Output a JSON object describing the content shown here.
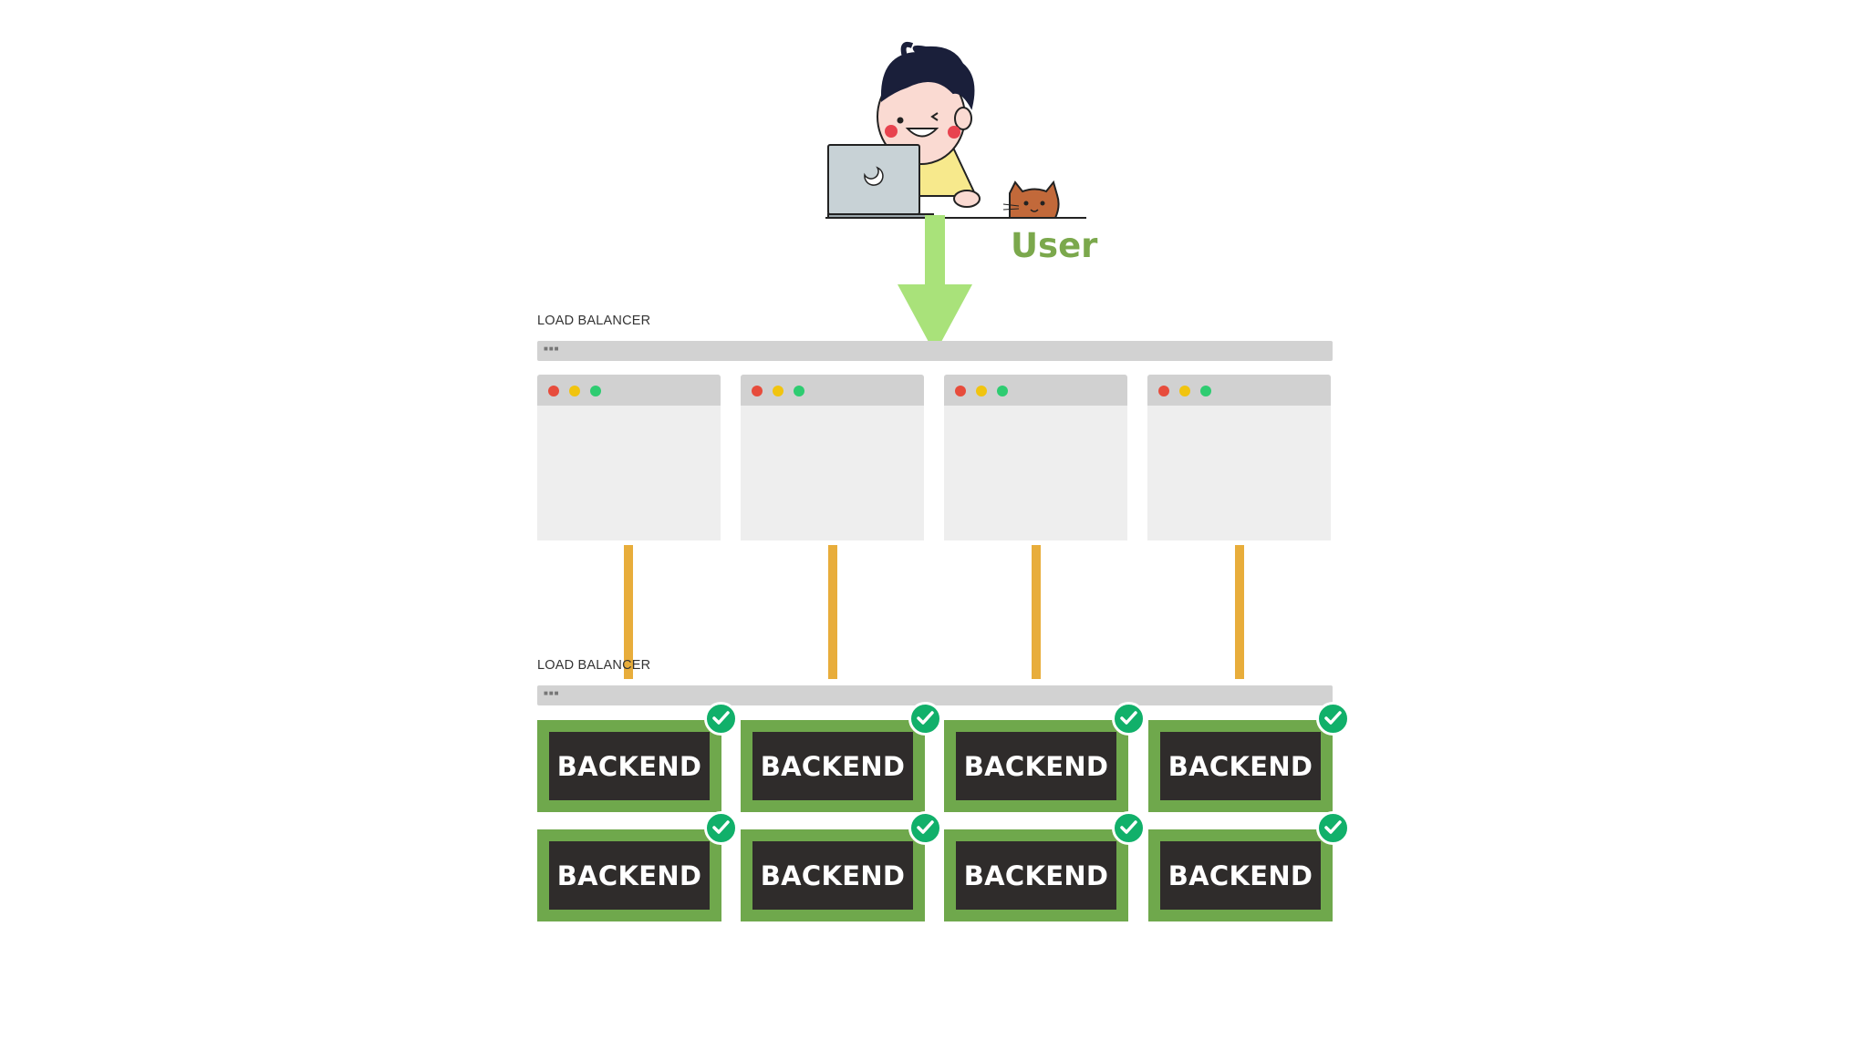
{
  "user": {
    "label": "User"
  },
  "load_balancers": [
    {
      "label": "LOAD BALANCER"
    },
    {
      "label": "LOAD BALANCER"
    }
  ],
  "windows": [
    {
      "dots": [
        "#e74c3c",
        "#f1c40f",
        "#2ecc71"
      ]
    },
    {
      "dots": [
        "#e74c3c",
        "#f1c40f",
        "#2ecc71"
      ]
    },
    {
      "dots": [
        "#e74c3c",
        "#f1c40f",
        "#2ecc71"
      ]
    },
    {
      "dots": [
        "#e74c3c",
        "#f1c40f",
        "#2ecc71"
      ]
    }
  ],
  "backends": [
    {
      "label": "BACKEND",
      "status": "check-icon"
    },
    {
      "label": "BACKEND",
      "status": "check-icon"
    },
    {
      "label": "BACKEND",
      "status": "check-icon"
    },
    {
      "label": "BACKEND",
      "status": "check-icon"
    },
    {
      "label": "BACKEND",
      "status": "check-icon"
    },
    {
      "label": "BACKEND",
      "status": "check-icon"
    },
    {
      "label": "BACKEND",
      "status": "check-icon"
    },
    {
      "label": "BACKEND",
      "status": "check-icon"
    }
  ],
  "colors": {
    "arrow": "#a9e27a",
    "user_label": "#7ba84c",
    "connector": "#e8ad3b",
    "backend_border": "#6fa84c",
    "backend_fill": "#2f2c2b",
    "check": "#11b06a",
    "lb_bar": "#d2d2d2"
  }
}
